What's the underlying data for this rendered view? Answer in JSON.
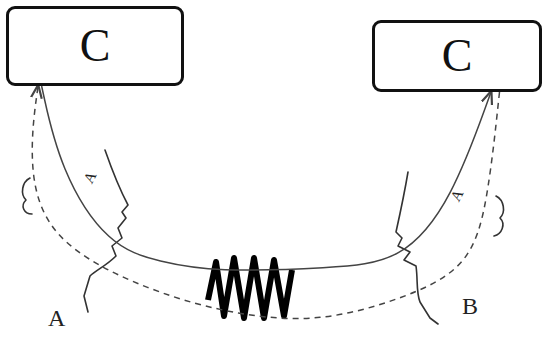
{
  "diagram": {
    "nodes": [
      {
        "text": [
          "C"
        ]
      },
      {
        "text": [
          "C"
        ]
      }
    ],
    "edges": [
      {
        "from": 0,
        "to": 1,
        "arrow": "to"
      },
      {
        "from": 1,
        "to": 0,
        "arrow": "to"
      }
    ],
    "labels": [
      "A",
      "A",
      "A",
      "B"
    ]
  }
}
